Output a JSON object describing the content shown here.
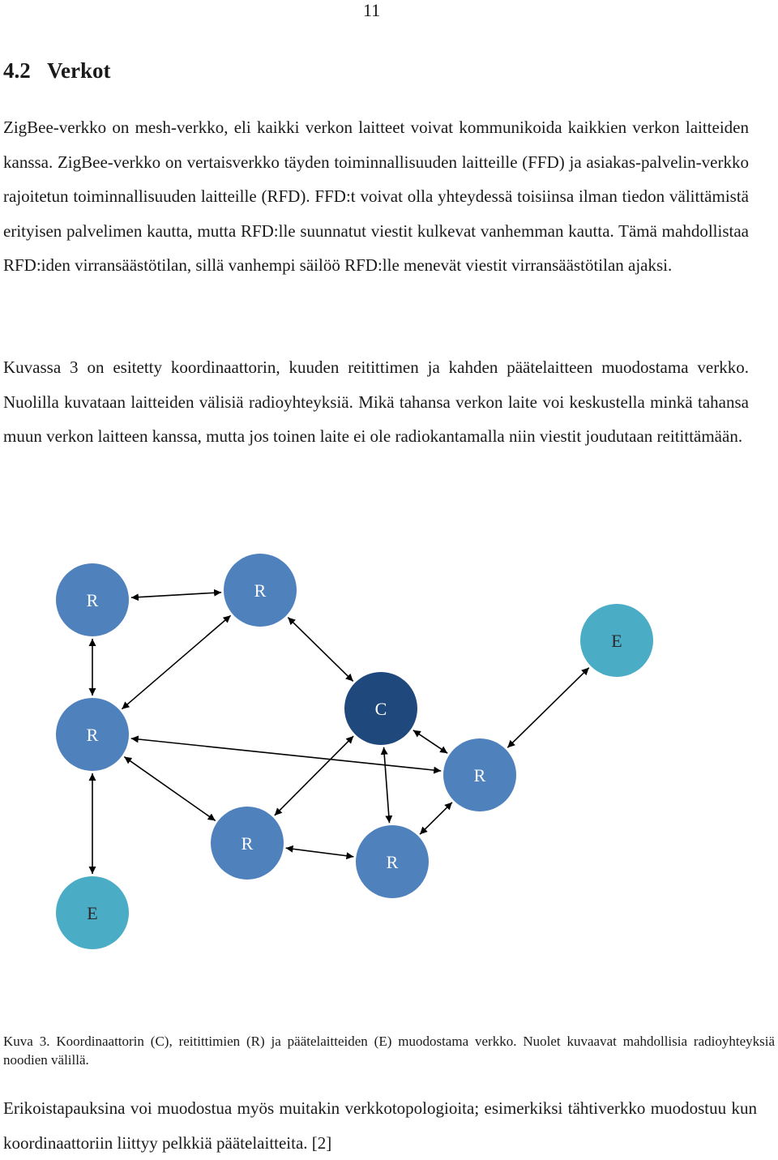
{
  "page_number": "11",
  "section": {
    "number": "4.2",
    "title": "Verkot"
  },
  "paragraphs": [
    "ZigBee-verkko on mesh-verkko, eli kaikki verkon laitteet voivat kommunikoida kaikkien verkon laitteiden kanssa. ZigBee-verkko on vertaisverkko täyden toiminnallisuuden laitteille (FFD) ja asiakas-palvelin-verkko rajoitetun toiminnallisuuden laitteille (RFD). FFD:t voivat olla yhteydessä toisiinsa ilman tiedon välittämistä erityisen palvelimen kautta, mutta RFD:lle suunnatut viestit kulkevat vanhemman kautta. Tämä mahdollistaa RFD:iden virransäästötilan, sillä vanhempi säilöö RFD:lle menevät viestit virransäästötilan ajaksi.",
    "Kuvassa 3 on esitetty koordinaattorin, kuuden reitittimen ja kahden päätelaitteen muodostama verkko. Nuolilla kuvataan laitteiden välisiä radioyhteyksiä. Mikä tahansa verkon laite voi keskustella minkä tahansa muun verkon laitteen kanssa, mutta jos toinen laite ei ole radiokantamalla niin viestit joudutaan reitittämään.",
    "Erikoistapauksina voi muodostua myös muitakin verkkotopologioita; esimerkiksi tähtiverkko muodostuu kun koordinaattoriin liittyy pelkkiä päätelaitteita. [2]"
  ],
  "figure": {
    "caption": "Kuva 3. Koordinaattorin (C), reitittimien (R) ja päätelaitteiden (E) muodostama verkko. Nuolet kuvaavat mahdollisia radioyhteyksiä noodien välillä.",
    "nodes": [
      {
        "id": "r1",
        "label": "R",
        "type": "router"
      },
      {
        "id": "r2",
        "label": "R",
        "type": "router"
      },
      {
        "id": "e1",
        "label": "E",
        "type": "end-device"
      },
      {
        "id": "c",
        "label": "C",
        "type": "coordinator"
      },
      {
        "id": "r3",
        "label": "R",
        "type": "router"
      },
      {
        "id": "r4",
        "label": "R",
        "type": "router"
      },
      {
        "id": "r5",
        "label": "R",
        "type": "router"
      },
      {
        "id": "r6",
        "label": "R",
        "type": "router"
      },
      {
        "id": "e2",
        "label": "E",
        "type": "end-device"
      }
    ],
    "edges": [
      [
        "r1",
        "r2"
      ],
      [
        "r1",
        "r3"
      ],
      [
        "r2",
        "c"
      ],
      [
        "r2",
        "r3"
      ],
      [
        "e1",
        "r4"
      ],
      [
        "c",
        "r4"
      ],
      [
        "c",
        "r6"
      ],
      [
        "c",
        "r5"
      ],
      [
        "r3",
        "r5"
      ],
      [
        "r3",
        "r4"
      ],
      [
        "r3",
        "e2"
      ],
      [
        "r5",
        "r6"
      ],
      [
        "r4",
        "r6"
      ]
    ],
    "colors": {
      "router": "#4f81bd",
      "coordinator": "#1f497d",
      "end-device": "#4bacc6",
      "edge": "#000000"
    }
  }
}
